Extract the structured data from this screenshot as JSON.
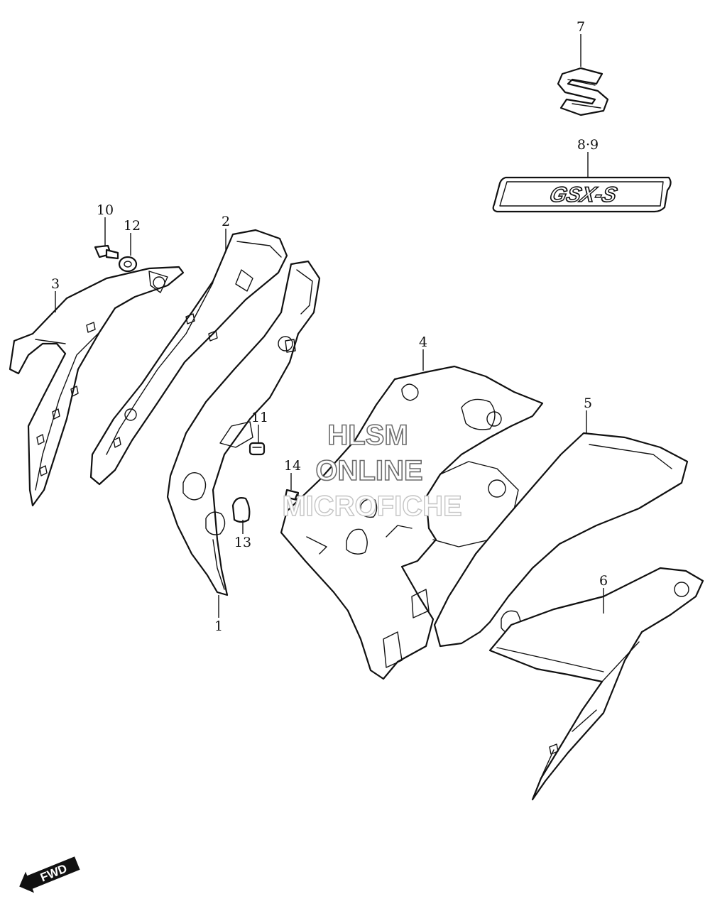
{
  "callouts": {
    "c1": "1",
    "c2": "2",
    "c3": "3",
    "c4": "4",
    "c5": "5",
    "c6": "6",
    "c7": "7",
    "c89": "8·9",
    "c10": "10",
    "c11": "11",
    "c12": "12",
    "c13": "13",
    "c14": "14"
  },
  "emblem": {
    "model_text": "GSX-S"
  },
  "watermark": {
    "line1": "HLSM",
    "line2": "ONLINE",
    "line3": "MICROFICHE"
  },
  "direction_arrow": {
    "label": "FWD"
  }
}
